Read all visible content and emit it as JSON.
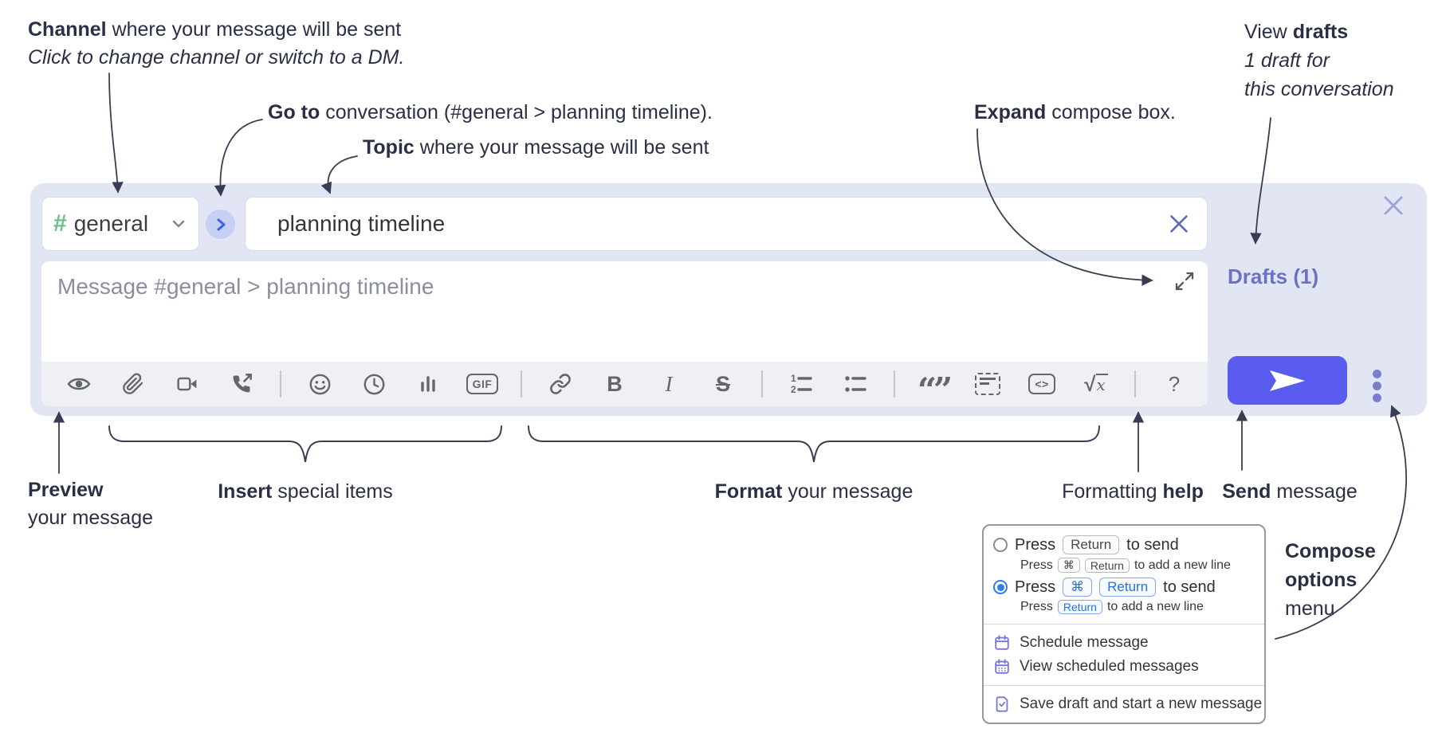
{
  "ann": {
    "channel": {
      "b": "Channel",
      "r": " where your message will be sent",
      "sub": "Click to change channel or switch to a DM."
    },
    "goto": {
      "b": "Go to",
      "r": " conversation (#general > planning timeline)."
    },
    "topic": {
      "b": "Topic",
      "r": " where your message will be sent"
    },
    "expand": {
      "b": "Expand",
      "r": " compose box."
    },
    "drafts": {
      "pre": "View ",
      "b": "drafts",
      "l2": "1 draft for",
      "l3": "this conversation"
    },
    "preview": {
      "b": "Preview",
      "l2": "your message"
    },
    "insert": {
      "b": "Insert",
      "r": " special items"
    },
    "format": {
      "b": "Format",
      "r": " your message"
    },
    "help": {
      "pre": "Formatting ",
      "b": "help"
    },
    "send": {
      "b": "Send",
      "r": " message"
    },
    "options": {
      "l1": "Compose",
      "l2": "options",
      "l3": "menu"
    }
  },
  "compose": {
    "channel_hash": "#",
    "channel_name": "general",
    "topic_value": "planning timeline",
    "message_placeholder": "Message #general > planning timeline",
    "drafts_label": "Drafts (1)",
    "toolbar": {
      "icons": [
        "preview",
        "attach-file",
        "start-video-call",
        "start-voice-call",
        "add-emoji",
        "add-global-time",
        "add-poll",
        "add-gif",
        "insert-link",
        "bold",
        "italic",
        "strikethrough",
        "numbered-list",
        "bulleted-list",
        "quote",
        "spoiler",
        "code",
        "math",
        "formatting-help"
      ],
      "gif_label": "GIF",
      "bold_glyph": "B",
      "italic_glyph": "I",
      "strike_glyph": "S",
      "quote_glyph": "“”",
      "code_glyph": "<>",
      "math_root": "√",
      "math_x": "x",
      "help_glyph": "?"
    }
  },
  "menu": {
    "options": [
      {
        "selected": false,
        "pre": "Press",
        "key1": "Return",
        "post": "to send",
        "sub_pre": "Press",
        "sub_key1": "⌘",
        "sub_key2": "Return",
        "sub_post": "to add a new line"
      },
      {
        "selected": true,
        "pre": "Press",
        "key1": "⌘",
        "key2": "Return",
        "post": "to send",
        "sub_pre": "Press",
        "sub_key1": "Return",
        "sub_post": "to add a new line"
      }
    ],
    "items": [
      {
        "icon": "calendar-icon",
        "label": "Schedule message"
      },
      {
        "icon": "calendar-dots-icon",
        "label": "View scheduled messages"
      },
      {
        "icon": "save-draft-icon",
        "label": "Save draft and start a new message"
      }
    ]
  },
  "colors": {
    "compose_bg": "#e2e5f3",
    "toolbar_bg": "#eef0f4",
    "send_button": "#5a5cf0",
    "drafts_link": "#6b72c6",
    "hash_green": "#69bf85",
    "goto_chevron_blue": "#3e63e0",
    "radio_selected_blue": "#2e7de9",
    "menu_icon_purple": "#7478d0",
    "annotation_text": "#2b2f45",
    "icon_gray": "#63666e"
  }
}
